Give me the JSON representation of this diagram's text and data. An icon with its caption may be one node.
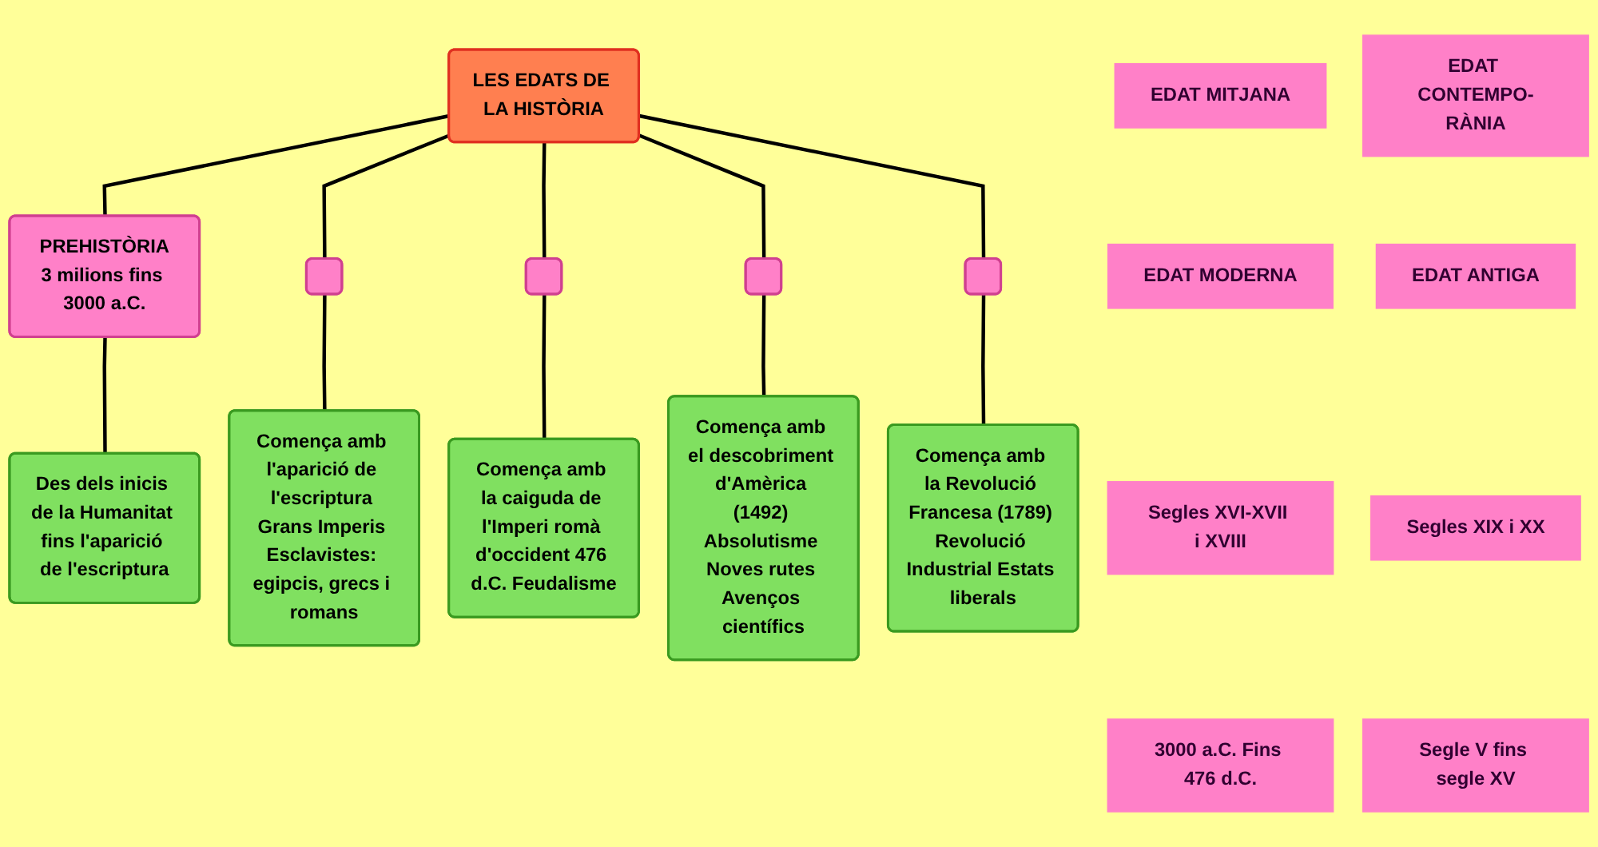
{
  "diagram": {
    "nodes": [
      {
        "text": [
          "LES EDATS DE LA HISTÒRIA"
        ]
      },
      {
        "text": [
          "PREHISTÒRIA",
          "3 milions fins 3000 a.C."
        ]
      },
      {
        "text": [],
        "shape": "box"
      },
      {
        "text": [],
        "shape": "box"
      },
      {
        "text": [],
        "shape": "box"
      },
      {
        "text": [],
        "shape": "box"
      },
      {
        "text": [
          "Des dels inicis de la Humanitat fins l'aparició de l'escriptura"
        ]
      },
      {
        "text": [
          "Comença amb l'aparició de l'escriptura Grans Imperis Esclavistes: egipcis, grecs i romans"
        ]
      },
      {
        "text": [
          "Comença amb la caiguda de l'Imperi romà d'occident 476 d.C. Feudalisme"
        ]
      },
      {
        "text": [
          "Comença amb el descobriment d'Amèrica (1492) Absolutisme Noves rutes Avenços científics"
        ]
      },
      {
        "text": [
          "Comença amb la Revolució Francesa (1789) Revolució Industrial Estats liberals"
        ]
      },
      {
        "text": [
          "EDAT MITJANA"
        ]
      },
      {
        "text": [
          "EDAT CONTEMPO-RÀNIA"
        ]
      },
      {
        "text": [
          "EDAT MODERNA"
        ]
      },
      {
        "text": [
          "EDAT ANTIGA"
        ]
      },
      {
        "text": [
          "Segles XVI-XVII i XVIII"
        ]
      },
      {
        "text": [
          "Segles XIX i XX"
        ]
      },
      {
        "text": [
          "3000 a.C. Fins 476 d.C."
        ]
      },
      {
        "text": [
          "Segle V fins segle XV"
        ]
      }
    ],
    "edges": [
      {
        "from": 0,
        "to": 1,
        "arrow": "none"
      },
      {
        "from": 0,
        "to": 2,
        "arrow": "none"
      },
      {
        "from": 0,
        "to": 3,
        "arrow": "none"
      },
      {
        "from": 0,
        "to": 4,
        "arrow": "none"
      },
      {
        "from": 0,
        "to": 5,
        "arrow": "none"
      },
      {
        "from": 1,
        "to": 6,
        "arrow": "none"
      },
      {
        "from": 2,
        "to": 7,
        "arrow": "none"
      },
      {
        "from": 3,
        "to": 8,
        "arrow": "none"
      },
      {
        "from": 4,
        "to": 9,
        "arrow": "none"
      },
      {
        "from": 5,
        "to": 10,
        "arrow": "none"
      }
    ]
  }
}
